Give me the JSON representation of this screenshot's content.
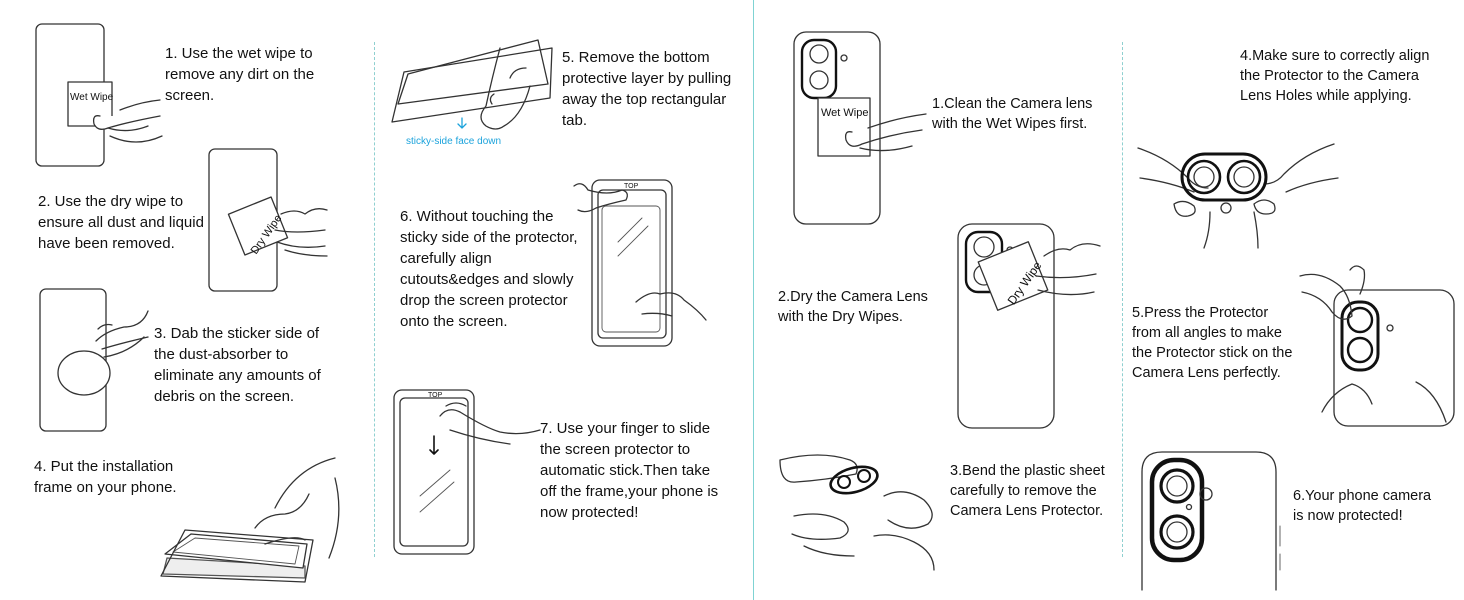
{
  "left_guide": {
    "steps": [
      {
        "text": "1.  Use the wet wipe to\nremove any dirt on the\nscreen."
      },
      {
        "text": "2.  Use the dry wipe to\nensure all dust and liquid\nhave been removed."
      },
      {
        "text": "3.  Dab the sticker side of\nthe dust-absorber to\neliminate any amounts of\ndebris on the screen."
      },
      {
        "text": "4. Put the installation\nframe on your phone."
      },
      {
        "text": "5.  Remove the bottom\nprotective layer by pulling\naway the top rectangular\ntab."
      },
      {
        "text": "6.  Without touching the\nsticky side of the protector,\ncarefully align\ncutouts&edges and slowly\ndrop the screen protector\nonto the screen."
      },
      {
        "text": "7.  Use your finger to slide\nthe screen protector to\nautomatic stick.Then take\noff the frame,your phone is\nnow protected!"
      }
    ],
    "labels": {
      "wet_wipe": "Wet Wipe",
      "dry_wipe": "Dry Wipe",
      "sticky_side": "sticky-side face down",
      "top": "TOP"
    }
  },
  "right_guide": {
    "steps": [
      {
        "text": "1.Clean the Camera lens\nwith the Wet Wipes first."
      },
      {
        "text": "2.Dry the Camera Lens\nwith the Dry Wipes."
      },
      {
        "text": "3.Bend the plastic sheet\ncarefully to remove the\nCamera Lens Protector."
      },
      {
        "text": "4.Make sure to correctly align\nthe Protector to the Camera\nLens Holes while applying."
      },
      {
        "text": "5.Press the Protector\nfrom all angles to make\nthe Protector stick on the\nCamera Lens perfectly."
      },
      {
        "text": "6.Your phone camera\nis now protected!"
      }
    ],
    "labels": {
      "wet_wipe": "Wet Wipe",
      "dry_wipe": "Dry Wipe"
    }
  },
  "colors": {
    "divider": "#7fd3d3",
    "accent_blue": "#1ca3dc",
    "line_art": "#333333"
  }
}
